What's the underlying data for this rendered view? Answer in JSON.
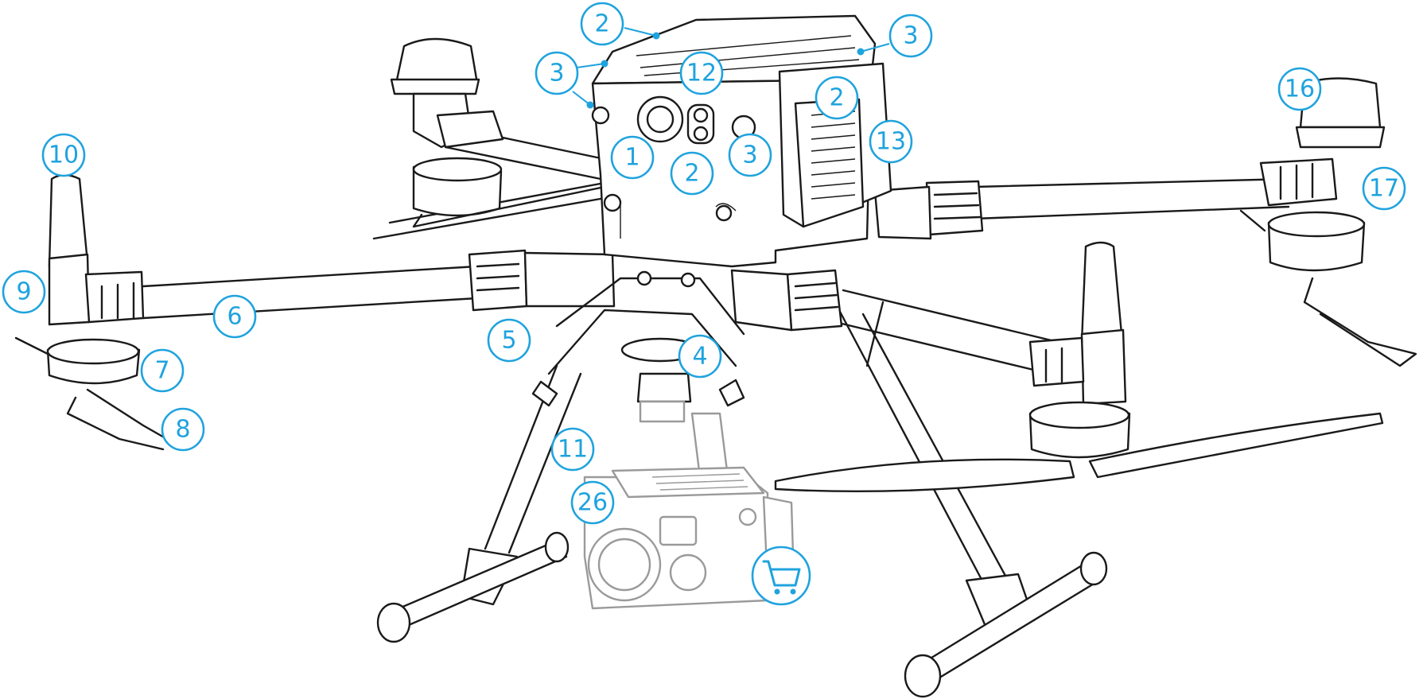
{
  "colors": {
    "callout": "#1fa3de",
    "line": "#1a1a1a",
    "payload": "#9a9a9a"
  },
  "callouts": [
    {
      "id": "c1",
      "label": "1"
    },
    {
      "id": "c2a",
      "label": "2"
    },
    {
      "id": "c2b",
      "label": "2"
    },
    {
      "id": "c2c",
      "label": "2"
    },
    {
      "id": "c3a",
      "label": "3"
    },
    {
      "id": "c3b",
      "label": "3"
    },
    {
      "id": "c3c",
      "label": "3"
    },
    {
      "id": "c4",
      "label": "4"
    },
    {
      "id": "c5",
      "label": "5"
    },
    {
      "id": "c6",
      "label": "6"
    },
    {
      "id": "c7",
      "label": "7"
    },
    {
      "id": "c8",
      "label": "8"
    },
    {
      "id": "c9",
      "label": "9"
    },
    {
      "id": "c10",
      "label": "10"
    },
    {
      "id": "c11",
      "label": "11"
    },
    {
      "id": "c12",
      "label": "12"
    },
    {
      "id": "c13",
      "label": "13"
    },
    {
      "id": "c16",
      "label": "16"
    },
    {
      "id": "c17",
      "label": "17"
    },
    {
      "id": "c26",
      "label": "26"
    }
  ],
  "icons": {
    "cart": "shopping-cart-icon"
  }
}
